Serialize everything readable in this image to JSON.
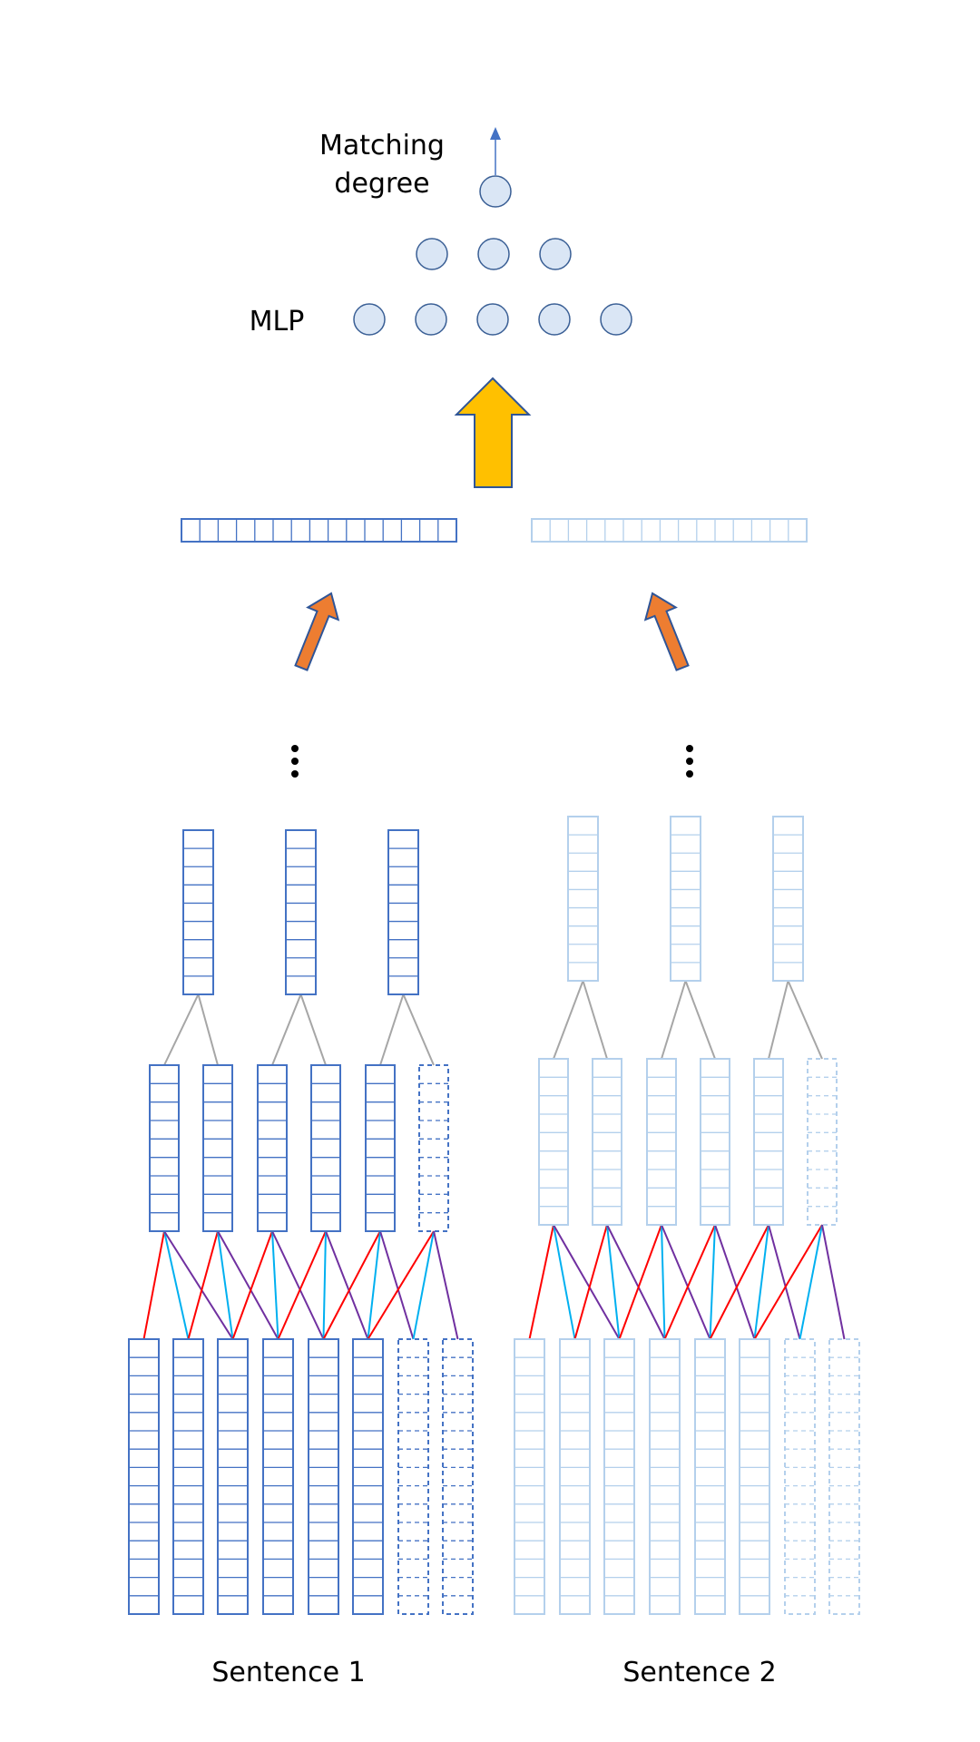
{
  "labels": {
    "output_line1": "Matching",
    "output_line2": "degree",
    "mlp": "MLP",
    "sentence1": "Sentence 1",
    "sentence2": "Sentence 2"
  },
  "structure": {
    "mlp_layers": [
      5,
      3,
      1
    ],
    "sentence_vector_cells": 15,
    "input_tokens": 8,
    "input_padding_tokens": 2,
    "input_cells_per_token": 15,
    "conv1_maps": 6,
    "conv1_padding_maps": 1,
    "conv1_cells_per_map": 9,
    "pooled_maps": 3,
    "pooled_cells_per_map": 9
  },
  "colors": {
    "sentence1": "#4472c4",
    "sentence2": "#b4d0ec",
    "mlp_node_fill": "#dae6f5",
    "mlp_node_stroke": "#3a5f95",
    "pool_lines": "#a6a6a6",
    "conv_red": "#ff0000",
    "conv_cyan": "#00b0f0",
    "conv_purple": "#7030a0",
    "orange_arrow": "#ed7d31",
    "yellow_arrow": "#ffc000",
    "arrow_outline": "#2f5597"
  },
  "icons": {
    "ellipsis": "vertical-ellipsis",
    "up_arrow": "block-arrow-up",
    "diag_arrow": "block-arrow-diagonal"
  }
}
